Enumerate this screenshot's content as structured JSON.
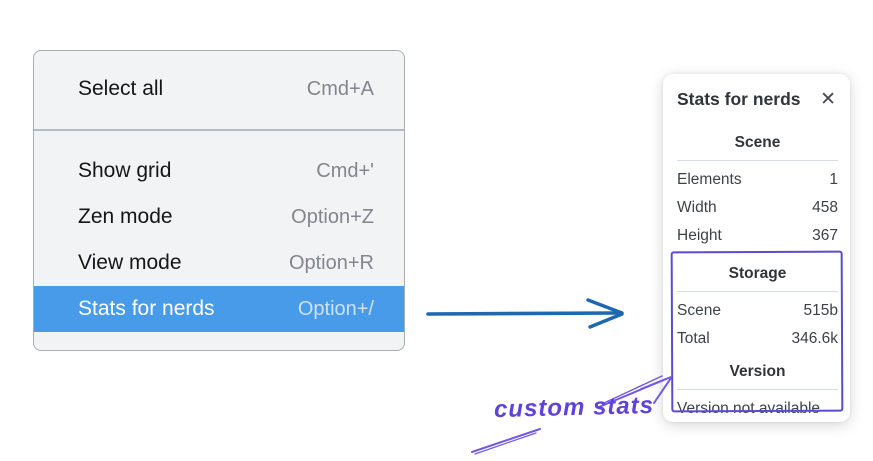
{
  "menu": {
    "items": [
      {
        "label": "Select all",
        "shortcut": "Cmd+A",
        "selected": false
      },
      {
        "label": "Show grid",
        "shortcut": "Cmd+'",
        "selected": false
      },
      {
        "label": "Zen mode",
        "shortcut": "Option+Z",
        "selected": false
      },
      {
        "label": "View mode",
        "shortcut": "Option+R",
        "selected": false
      },
      {
        "label": "Stats for nerds",
        "shortcut": "Option+/",
        "selected": true
      }
    ],
    "highlight_color": "#479be8"
  },
  "stats_panel": {
    "title": "Stats for nerds",
    "close_icon": "✕",
    "sections": [
      {
        "heading": "Scene",
        "rows": [
          {
            "label": "Elements",
            "value": "1"
          },
          {
            "label": "Width",
            "value": "458"
          },
          {
            "label": "Height",
            "value": "367"
          }
        ]
      },
      {
        "heading": "Storage",
        "rows": [
          {
            "label": "Scene",
            "value": "515b"
          },
          {
            "label": "Total",
            "value": "346.6k"
          }
        ]
      },
      {
        "heading": "Version",
        "rows": [],
        "note": "Version not available"
      }
    ]
  },
  "annotations": {
    "custom_stats_label": "custom stats",
    "pointer_arrow_color": "#1e68b2",
    "highlight_box_color": "#5b4bd1",
    "handwriting_color": "#5e43d8"
  }
}
